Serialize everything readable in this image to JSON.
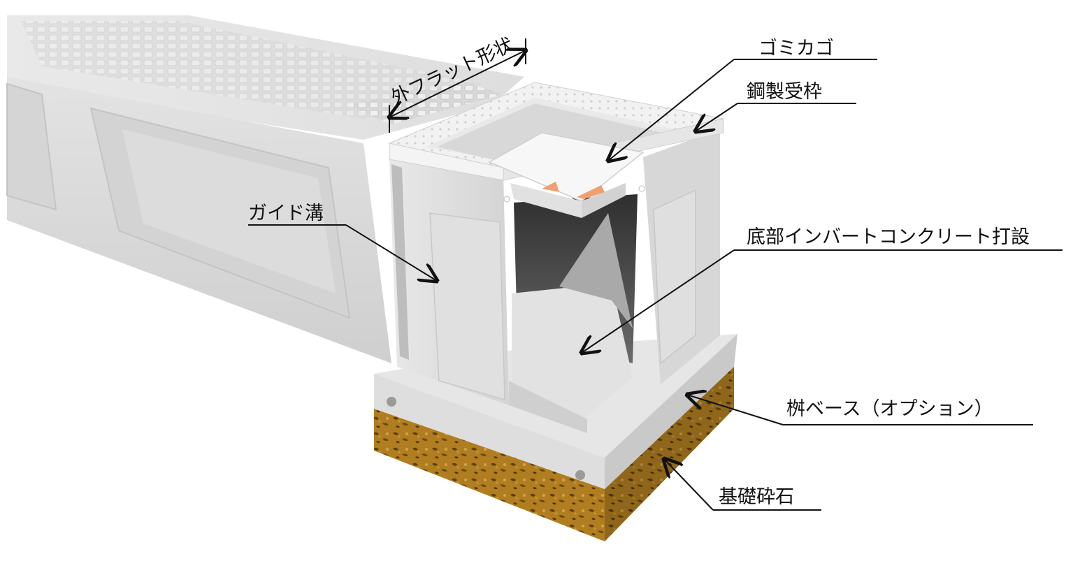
{
  "labels": {
    "gomi_kago": "ゴミカゴ",
    "kouseiukewaku": "鋼製受枠",
    "soto_flat": "外フラット形状",
    "guide_mizo": "ガイド溝",
    "invert": "底部インバートコンクリート打設",
    "masu_base": "桝ベース（オプション）",
    "kiso_saiseki": "基礎砕石"
  },
  "colors": {
    "concrete_light": "#ececec",
    "concrete_mid": "#d9d9d9",
    "concrete_dark": "#bdbdbd",
    "interior_dark": "#4a4a4a",
    "gravel": "#a8781c",
    "gravel_dark": "#6b4a0c",
    "accent_orange": "#f0a070"
  }
}
